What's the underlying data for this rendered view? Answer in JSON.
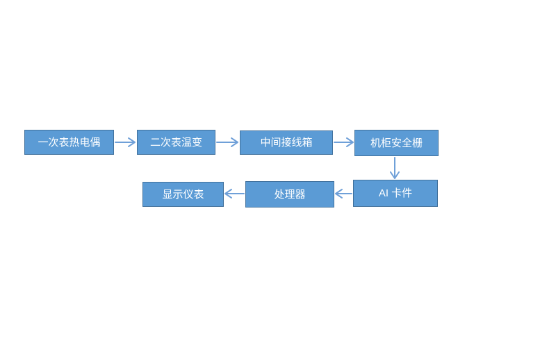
{
  "diagram": {
    "type": "flowchart",
    "background": "#ffffff",
    "nodes": [
      {
        "id": "primary-thermocouple",
        "label": "一次表热电偶"
      },
      {
        "id": "secondary-temperature-transmitter",
        "label": "二次表温变"
      },
      {
        "id": "intermediate-junction-box",
        "label": "中间接线箱"
      },
      {
        "id": "cabinet-safety-barrier",
        "label": "机柜安全栅"
      },
      {
        "id": "display-instrument",
        "label": "显示仪表"
      },
      {
        "id": "processor",
        "label": "处理器"
      },
      {
        "id": "ai-card",
        "label": "AI 卡件"
      }
    ],
    "connections": [
      {
        "from": "一次表热电偶",
        "to": "二次表温变",
        "direction": "right"
      },
      {
        "from": "二次表温变",
        "to": "中间接线箱",
        "direction": "right"
      },
      {
        "from": "中间接线箱",
        "to": "机柜安全栅",
        "direction": "right"
      },
      {
        "from": "机柜安全栅",
        "to": "AI 卡件",
        "direction": "down"
      },
      {
        "from": "AI 卡件",
        "to": "处理器",
        "direction": "left"
      },
      {
        "from": "处理器",
        "to": "显示仪表",
        "direction": "left"
      }
    ],
    "colors": {
      "node_fill": "#5b9bd5",
      "node_border": "#41719c",
      "node_text": "#ffffff",
      "connector": "#6fa0d8"
    }
  }
}
